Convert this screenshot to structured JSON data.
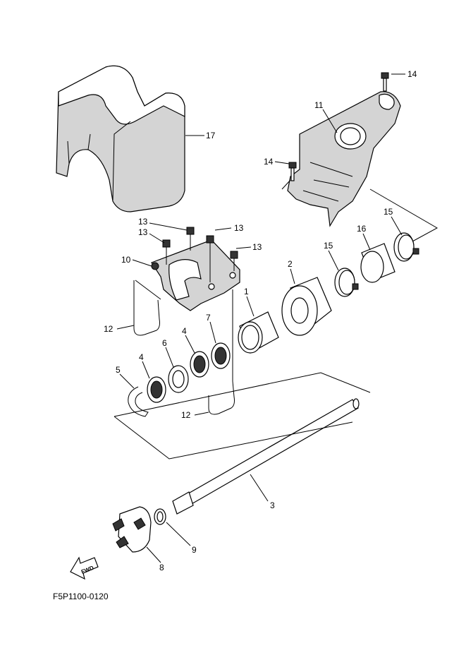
{
  "drawing_code": "F5P1100-0120",
  "fwd_label": "FWD",
  "callouts": {
    "c1": "1",
    "c2": "2",
    "c3": "3",
    "c4a": "4",
    "c4b": "4",
    "c5": "5",
    "c6": "6",
    "c7": "7",
    "c8": "8",
    "c9": "9",
    "c10": "10",
    "c11": "11",
    "c12a": "12",
    "c12b": "12",
    "c13a": "13",
    "c13b": "13",
    "c13c": "13",
    "c13d": "13",
    "c14a": "14",
    "c14b": "14",
    "c15a": "15",
    "c15b": "15",
    "c16": "16",
    "c17": "17"
  }
}
